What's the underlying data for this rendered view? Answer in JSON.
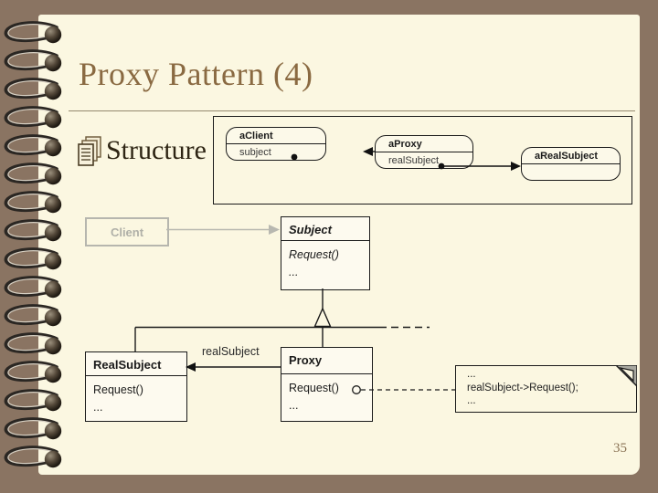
{
  "slide": {
    "title": "Proxy Pattern (4)",
    "bullet_label": "Structure",
    "bullet_icon": "documents-stack-icon",
    "page_number": "35"
  },
  "object_diagram": {
    "aclient": {
      "name": "aClient",
      "attribute": "subject"
    },
    "aproxy": {
      "name": "aProxy",
      "attribute": "realSubject"
    },
    "arealsubject": {
      "name": "aRealSubject"
    }
  },
  "class_diagram": {
    "client": {
      "name": "Client"
    },
    "subject": {
      "name": "Subject",
      "members": [
        "Request()",
        "..."
      ]
    },
    "realsubject": {
      "name": "RealSubject",
      "members": [
        "Request()",
        "..."
      ]
    },
    "proxy": {
      "name": "Proxy",
      "members": [
        "Request()",
        "..."
      ]
    },
    "association_label": "realSubject",
    "note_lines": [
      "...",
      "realSubject->Request();",
      "..."
    ]
  },
  "colors": {
    "frame_brown": "#8a7462",
    "page_cream": "#fbf7e1",
    "title_brown": "#8a6a42",
    "muted_gray": "#b6b6ae",
    "line_black": "#1a1a1a"
  }
}
